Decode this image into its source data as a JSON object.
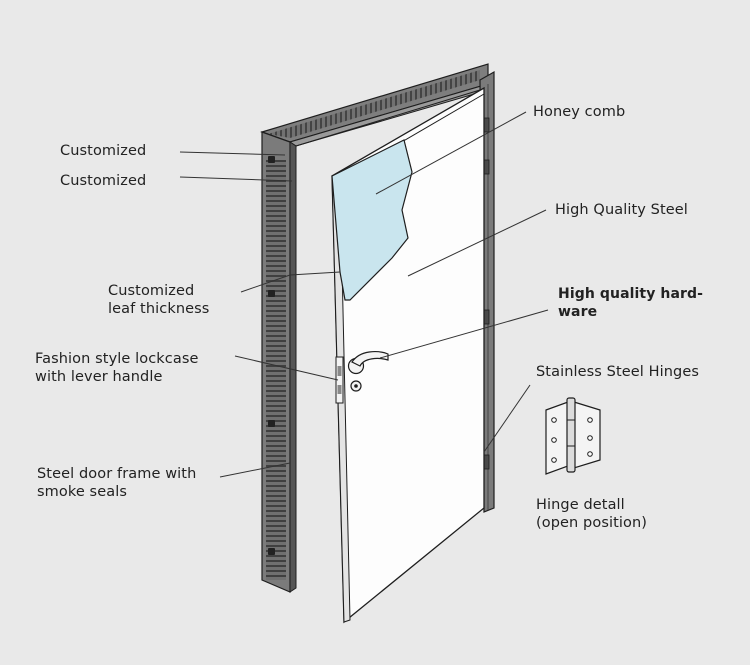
{
  "labels": {
    "customized_1": "Customized",
    "customized_2": "Customized",
    "leaf_thickness_1": "Customized",
    "leaf_thickness_2": "leaf thickness",
    "lockcase_1": "Fashion style lockcase",
    "lockcase_2": "with lever handle",
    "frame_1": "Steel door frame with",
    "frame_2": "smoke seals",
    "honeycomb": "Honey comb",
    "steel": "High Quality Steel",
    "hardware_1": "High quality hard-",
    "hardware_2": "ware",
    "hinges": "Stainless Steel Hinges",
    "hinge_detail_1": "Hinge detall",
    "hinge_detail_2": "(open position)"
  },
  "colors": {
    "background": "#e9e9e9",
    "frame": "#7b7b7b",
    "door": "#fdfdfd",
    "honeycomb": "#c9e5ee",
    "outline": "#1e1e1e"
  }
}
